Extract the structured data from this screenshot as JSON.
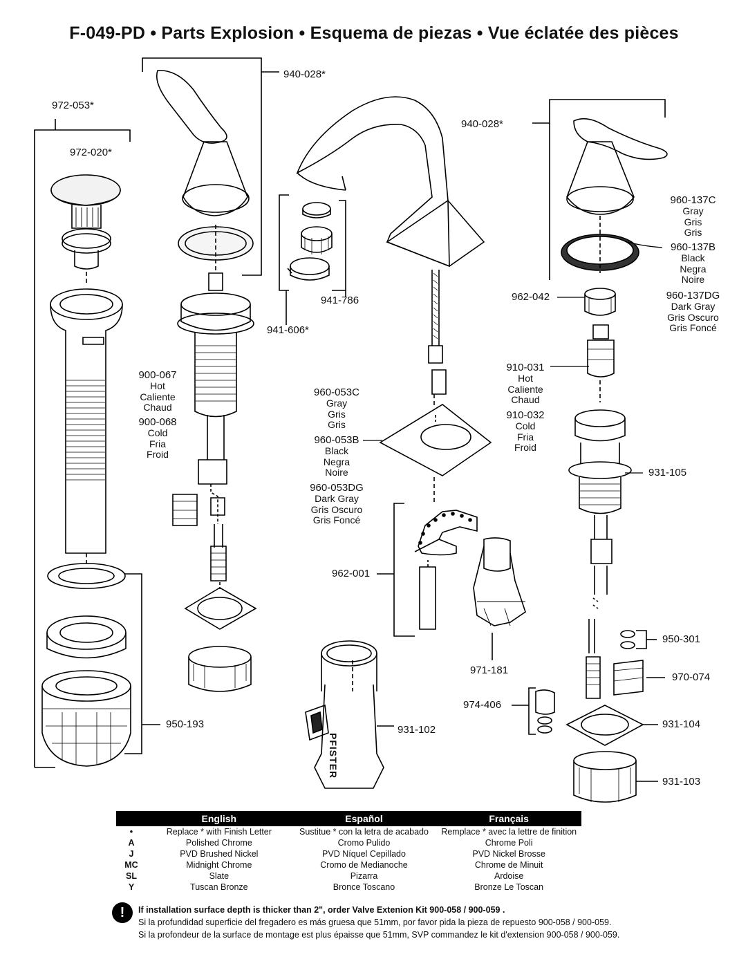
{
  "title": "F-049-PD • Parts Explosion • Esquema de piezas • Vue éclatée des pièces",
  "labels": {
    "p972_053": "972-053*",
    "p972_020": "972-020*",
    "p940_028_left": "940-028*",
    "p940_028_right": "940-028*",
    "p941_606": "941-606*",
    "p941_786": "941-786",
    "p900_067": {
      "pn": "900-067",
      "lines": [
        "Hot",
        "Caliente",
        "Chaud"
      ]
    },
    "p900_068": {
      "pn": "900-068",
      "lines": [
        "Cold",
        "Fria",
        "Froid"
      ]
    },
    "p960_053C": {
      "pn": "960-053C",
      "lines": [
        "Gray",
        "Gris",
        "Gris"
      ]
    },
    "p960_053B": {
      "pn": "960-053B",
      "lines": [
        "Black",
        "Negra",
        "Noire"
      ]
    },
    "p960_053DG": {
      "pn": "960-053DG",
      "lines": [
        "Dark Gray",
        "Gris Oscuro",
        "Gris Foncé"
      ]
    },
    "p960_137C": {
      "pn": "960-137C",
      "lines": [
        "Gray",
        "Gris",
        "Gris"
      ]
    },
    "p960_137B": {
      "pn": "960-137B",
      "lines": [
        "Black",
        "Negra",
        "Noire"
      ]
    },
    "p960_137DG": {
      "pn": "960-137DG",
      "lines": [
        "Dark Gray",
        "Gris Oscuro",
        "Gris Foncé"
      ]
    },
    "p962_042": "962-042",
    "p910_031": {
      "pn": "910-031",
      "lines": [
        "Hot",
        "Caliente",
        "Chaud"
      ]
    },
    "p910_032": {
      "pn": "910-032",
      "lines": [
        "Cold",
        "Fria",
        "Froid"
      ]
    },
    "p931_105": "931-105",
    "p962_001": "962-001",
    "p971_181": "971-181",
    "p950_301": "950-301",
    "p970_074": "970-074",
    "p974_406": "974-406",
    "p931_104": "931-104",
    "p931_102": "931-102",
    "p931_103": "931-103",
    "p950_193": "950-193",
    "brand_stamp": "PFISTER"
  },
  "legend": {
    "headers": [
      "English",
      "Español",
      "Français"
    ],
    "rows": [
      {
        "code": "•",
        "en": "Replace * with Finish Letter",
        "es": "Sustitue * con la letra de acabado",
        "fr": "Remplace * avec la lettre de finition"
      },
      {
        "code": "A",
        "en": "Polished Chrome",
        "es": "Cromo Pulido",
        "fr": "Chrome Poli"
      },
      {
        "code": "J",
        "en": "PVD Brushed Nickel",
        "es": "PVD Níquel Cepillado",
        "fr": "PVD Nickel Brosse"
      },
      {
        "code": "MC",
        "en": "Midnight Chrome",
        "es": "Cromo de Medianoche",
        "fr": "Chrome de Minuit"
      },
      {
        "code": "SL",
        "en": "Slate",
        "es": "Pizarra",
        "fr": "Ardoise"
      },
      {
        "code": "Y",
        "en": "Tuscan Bronze",
        "es": "Bronce Toscano",
        "fr": "Bronze Le Toscan"
      }
    ]
  },
  "note": {
    "icon": "!",
    "line1": "If installation surface depth is thicker than 2\", order Valve Extenion Kit 900-058 / 900-059 .",
    "line2": "Si la profundidad superficie del fregadero es más gruesa que 51mm, por favor pida la pieza de repuesto 900-058 / 900-059.",
    "line3": "Si la profondeur de la surface de montage est plus épaisse que 51mm, SVP commandez le kit d'extension 900-058 / 900-059."
  }
}
